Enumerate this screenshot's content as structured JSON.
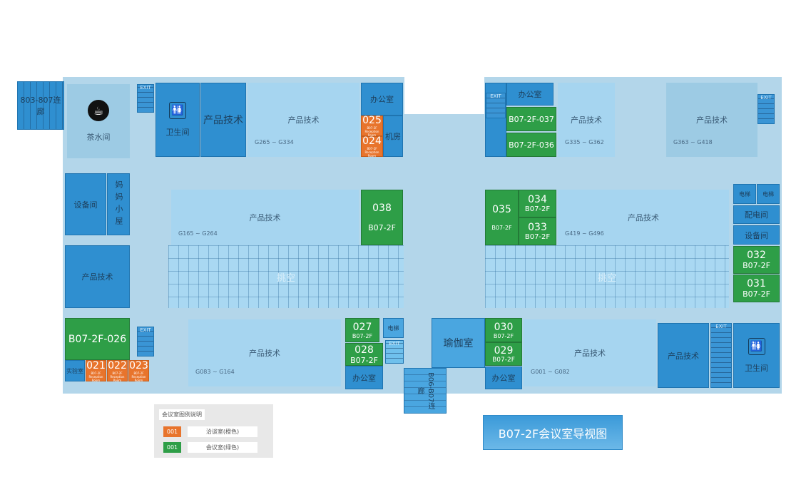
{
  "title": "B07-2F会议室导视图",
  "corridors": {
    "b803": "803-807连廊",
    "b806": "B06-B07连廊"
  },
  "exit": "EXIT",
  "rooms": {
    "tea": "茶水间",
    "wc": "卫生间",
    "product": "产品技术",
    "office": "办公室",
    "server": "机房",
    "equip": "设备间",
    "mom": "妈妈小屋",
    "atrium": "挑空",
    "lab": "实验室",
    "elevator": "电梯",
    "power": "配电间",
    "yoga": "瑜伽室"
  },
  "ranges": [
    "G265 ~ G334",
    "G335 ~ G362",
    "G363 ~ G418",
    "G165 ~ G264",
    "G419 ~ G496",
    "G083 ~ G164",
    "G001 ~ G082"
  ],
  "floor_code": "B07-2F",
  "reception_label": "Reception Room",
  "meeting": {
    "r037": "B07-2F-037",
    "r036": "B07-2F-036",
    "r026": "B07-2F-026",
    "n038": "038",
    "n035": "035",
    "n034": "034",
    "n033": "033",
    "n032": "032",
    "n031": "031",
    "n027": "027",
    "n028": "028",
    "n030": "030",
    "n029": "029"
  },
  "reception": {
    "n025": "025",
    "n024": "024",
    "n021": "021",
    "n022": "022",
    "n023": "023"
  },
  "legend": {
    "title": "会议室图例说明",
    "items": [
      {
        "code": "001",
        "label": "洽谈室(橙色)",
        "color": "#e8742c"
      },
      {
        "code": "001",
        "label": "会议室(绿色)",
        "color": "#2e9e47"
      }
    ]
  }
}
